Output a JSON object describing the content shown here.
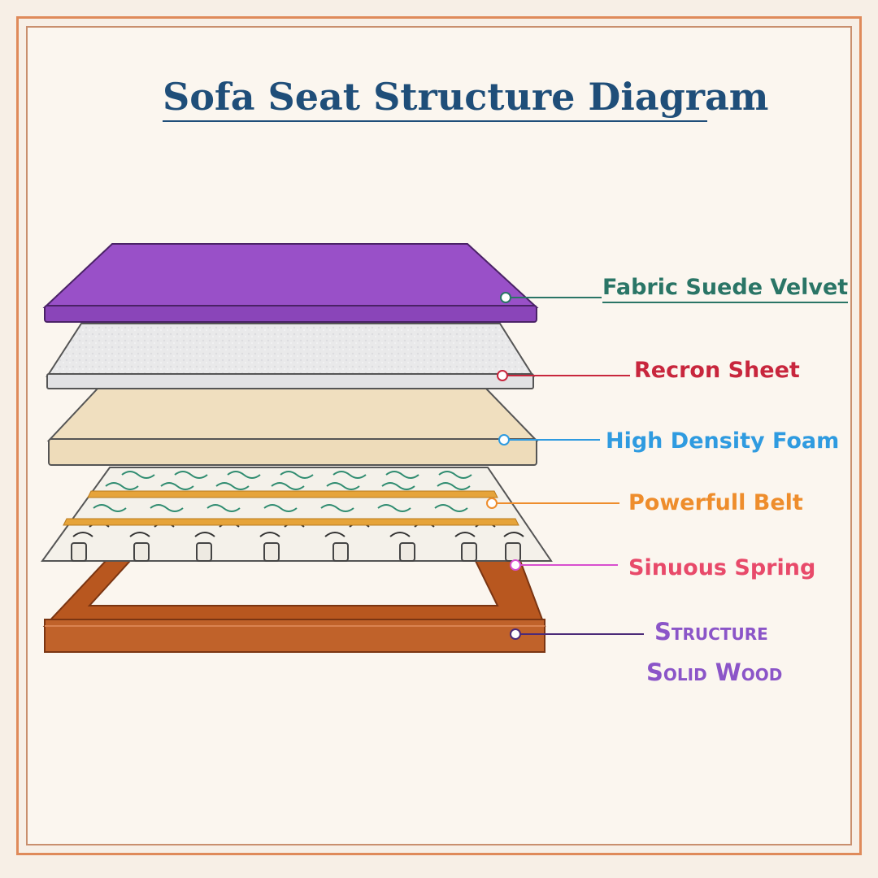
{
  "title": "Sofa Seat Structure Diagram",
  "layers": [
    {
      "key": "fabric",
      "label": "Fabric Suede Velvet",
      "color": "#2a7566"
    },
    {
      "key": "recron",
      "label": "Recron Sheet",
      "color": "#c8263d"
    },
    {
      "key": "foam",
      "label": "High Density Foam",
      "color": "#2f9be0"
    },
    {
      "key": "belt",
      "label": "Powerfull Belt",
      "color": "#ee8d2c"
    },
    {
      "key": "spring",
      "label": "Sinuous Spring",
      "color": "#e84a6a"
    },
    {
      "key": "wood",
      "label_line1": "Structure",
      "label_line2": "Solid Wood",
      "color": "#8b55c8"
    }
  ]
}
